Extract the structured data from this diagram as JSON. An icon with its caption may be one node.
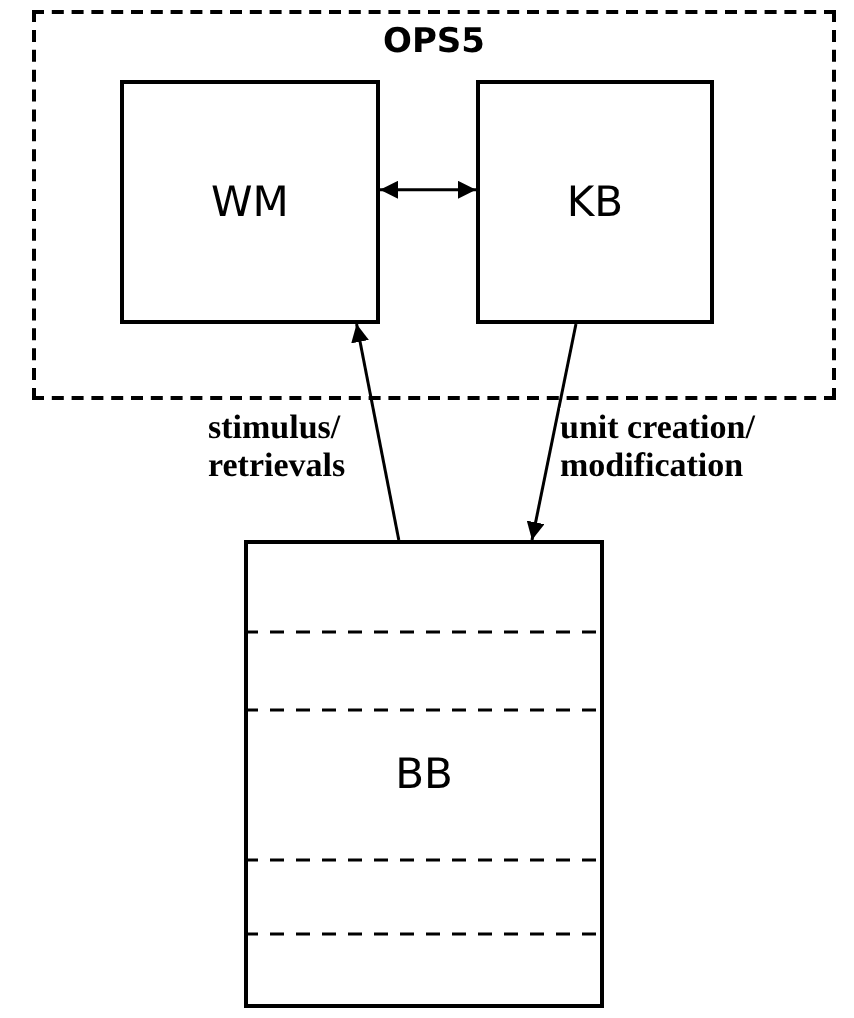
{
  "diagram": {
    "nodes": [
      {
        "text": [
          "OPS5"
        ]
      },
      {
        "text": [
          "WM"
        ],
        "in": 0
      },
      {
        "text": [
          "KB"
        ],
        "in": 0
      },
      {
        "text": [
          "BB"
        ]
      }
    ],
    "edges": [
      {
        "from": 1,
        "to": 2,
        "arrow": "both"
      },
      {
        "from": 3,
        "to": 1,
        "arrow": "to",
        "label": "stimulus/ retrievals"
      },
      {
        "from": 2,
        "to": 3,
        "arrow": "to",
        "label": "unit creation/ modification"
      }
    ]
  }
}
